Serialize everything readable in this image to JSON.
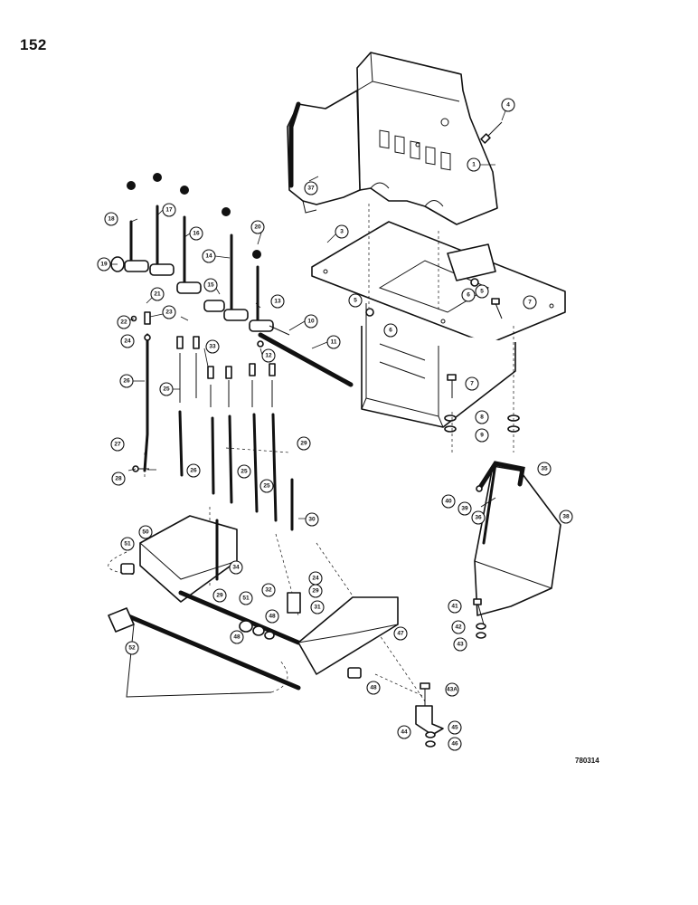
{
  "page_number": "152",
  "figure_code": "780314",
  "callouts": [
    {
      "id": "c1",
      "label": "1"
    },
    {
      "id": "c3",
      "label": "3"
    },
    {
      "id": "c4",
      "label": "4"
    },
    {
      "id": "c5a",
      "label": "5"
    },
    {
      "id": "c5b",
      "label": "5"
    },
    {
      "id": "c6a",
      "label": "6"
    },
    {
      "id": "c6b",
      "label": "6"
    },
    {
      "id": "c7a",
      "label": "7"
    },
    {
      "id": "c7b",
      "label": "7"
    },
    {
      "id": "c8",
      "label": "8"
    },
    {
      "id": "c9",
      "label": "9"
    },
    {
      "id": "c10",
      "label": "10"
    },
    {
      "id": "c11",
      "label": "11"
    },
    {
      "id": "c12",
      "label": "12"
    },
    {
      "id": "c13",
      "label": "13"
    },
    {
      "id": "c14",
      "label": "14"
    },
    {
      "id": "c15",
      "label": "15"
    },
    {
      "id": "c16",
      "label": "16"
    },
    {
      "id": "c17",
      "label": "17"
    },
    {
      "id": "c18",
      "label": "18"
    },
    {
      "id": "c19",
      "label": "19"
    },
    {
      "id": "c20",
      "label": "20"
    },
    {
      "id": "c21",
      "label": "21"
    },
    {
      "id": "c22",
      "label": "22"
    },
    {
      "id": "c23",
      "label": "23"
    },
    {
      "id": "c24a",
      "label": "24"
    },
    {
      "id": "c24b",
      "label": "24"
    },
    {
      "id": "c25a",
      "label": "25"
    },
    {
      "id": "c25b",
      "label": "25"
    },
    {
      "id": "c25c",
      "label": "25"
    },
    {
      "id": "c26a",
      "label": "26"
    },
    {
      "id": "c26b",
      "label": "26"
    },
    {
      "id": "c27",
      "label": "27"
    },
    {
      "id": "c28",
      "label": "28"
    },
    {
      "id": "c29a",
      "label": "29"
    },
    {
      "id": "c29b",
      "label": "29"
    },
    {
      "id": "c29c",
      "label": "29"
    },
    {
      "id": "c30",
      "label": "30"
    },
    {
      "id": "c31",
      "label": "31"
    },
    {
      "id": "c32",
      "label": "32"
    },
    {
      "id": "c33",
      "label": "33"
    },
    {
      "id": "c34",
      "label": "34"
    },
    {
      "id": "c35",
      "label": "35"
    },
    {
      "id": "c36",
      "label": "36"
    },
    {
      "id": "c37",
      "label": "37"
    },
    {
      "id": "c38",
      "label": "38"
    },
    {
      "id": "c39",
      "label": "39"
    },
    {
      "id": "c40",
      "label": "40"
    },
    {
      "id": "c41",
      "label": "41"
    },
    {
      "id": "c42",
      "label": "42"
    },
    {
      "id": "c43",
      "label": "43"
    },
    {
      "id": "c43a",
      "label": "43A"
    },
    {
      "id": "c44",
      "label": "44"
    },
    {
      "id": "c45",
      "label": "45"
    },
    {
      "id": "c46",
      "label": "46"
    },
    {
      "id": "c47",
      "label": "47"
    },
    {
      "id": "c48a",
      "label": "48"
    },
    {
      "id": "c48b",
      "label": "48"
    },
    {
      "id": "c48c",
      "label": "48"
    },
    {
      "id": "c50",
      "label": "50"
    },
    {
      "id": "c51a",
      "label": "51"
    },
    {
      "id": "c51b",
      "label": "51"
    },
    {
      "id": "c52",
      "label": "52"
    }
  ]
}
